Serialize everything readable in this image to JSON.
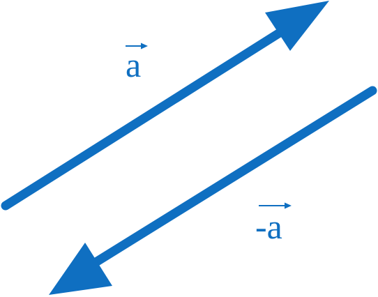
{
  "color": "#0F6FC1",
  "vectors": [
    {
      "name": "vector-a",
      "label": "a"
    },
    {
      "name": "vector-neg-a",
      "label": "-a"
    }
  ]
}
